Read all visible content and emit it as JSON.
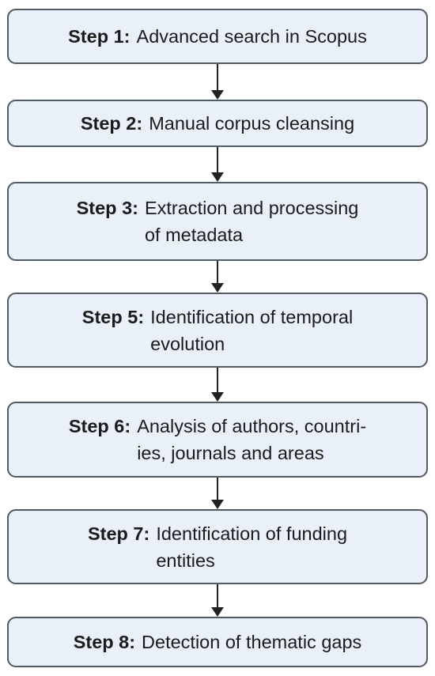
{
  "steps": [
    {
      "label": "Step 1:",
      "lines": [
        "Advanced search in Scopus"
      ]
    },
    {
      "label": "Step 2:",
      "lines": [
        "Manual corpus cleansing"
      ]
    },
    {
      "label": "Step 3:",
      "lines": [
        "Extraction and processing",
        "of metadata"
      ]
    },
    {
      "label": "Step 5:",
      "lines": [
        "Identification of temporal",
        "evolution"
      ]
    },
    {
      "label": "Step 6:",
      "lines": [
        "Analysis of authors, countri-",
        "ies, journals and areas"
      ]
    },
    {
      "label": "Step 7:",
      "lines": [
        "Identification of funding",
        "entities"
      ]
    },
    {
      "label": "Step 8:",
      "lines": [
        "Detection of thematic gaps"
      ]
    }
  ],
  "colors": {
    "box_fill": "#e9f0f9",
    "box_border": "#525a63",
    "arrow": "#222222",
    "text": "#1b1b1b"
  }
}
